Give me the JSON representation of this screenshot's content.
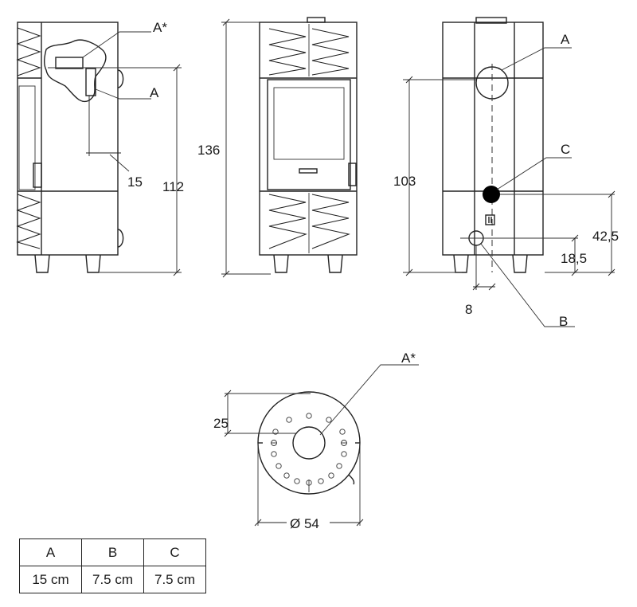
{
  "labels": {
    "a_star_top": "A*",
    "a_side": "A",
    "a_back": "A",
    "c_back": "C",
    "b_back": "B",
    "a_star_top_view": "A*"
  },
  "dimensions": {
    "pipe_offset": "15",
    "side_height": "112",
    "front_height": "136",
    "back_height": "103",
    "c_height": "42,5",
    "b_height": "18,5",
    "b_offset": "8",
    "top_offset": "25",
    "diameter": "Ø 54"
  },
  "table": {
    "headers": [
      "A",
      "B",
      "C"
    ],
    "values": [
      "15 cm",
      "7.5 cm",
      "7.5 cm"
    ]
  }
}
